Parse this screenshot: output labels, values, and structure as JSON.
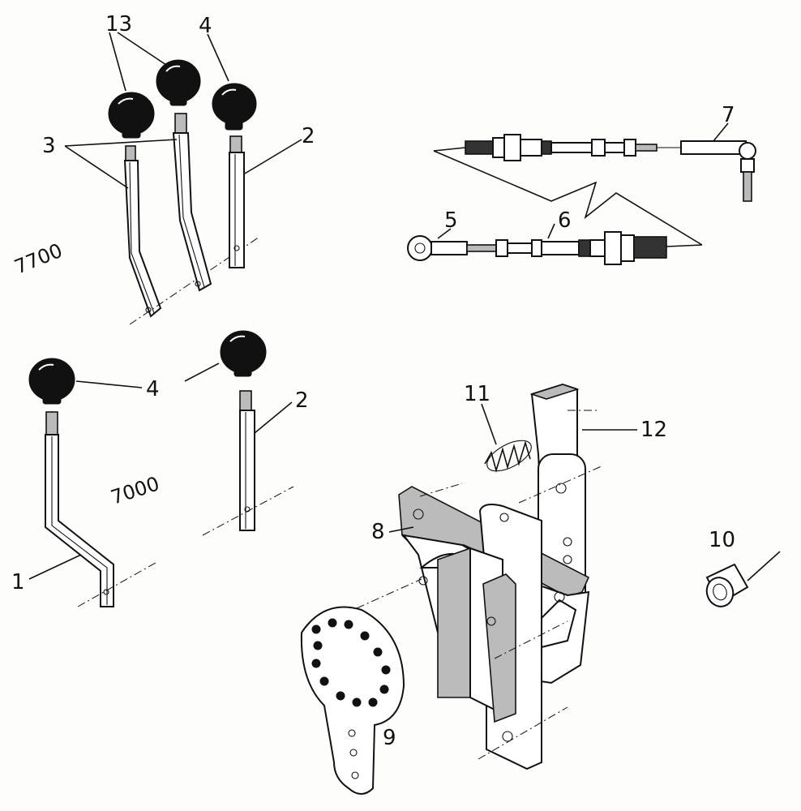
{
  "diagram": {
    "model_labels": [
      "7700",
      "7000"
    ],
    "callouts": {
      "c1": "1",
      "c2a": "2",
      "c2b": "2",
      "c3": "3",
      "c4a": "4",
      "c4b": "4",
      "c5": "5",
      "c6": "6",
      "c7": "7",
      "c8": "8",
      "c9": "9",
      "c10": "10",
      "c11": "11",
      "c12": "12",
      "c13": "13"
    }
  }
}
